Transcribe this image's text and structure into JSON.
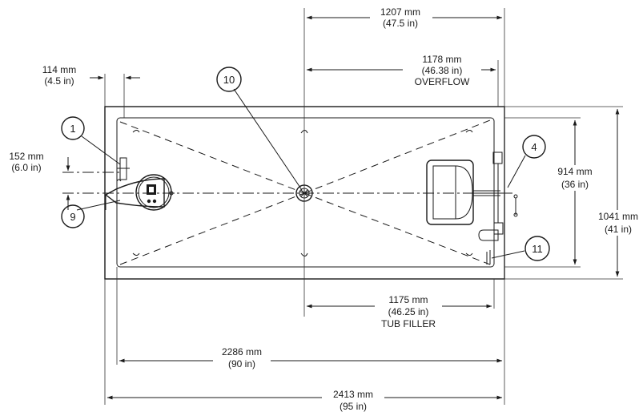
{
  "dimensions": {
    "overall_length": {
      "mm": "2413 mm",
      "in": "(95 in)"
    },
    "interior_length": {
      "mm": "2286 mm",
      "in": "(90 in)"
    },
    "drain_to_end": {
      "mm": "1207 mm",
      "in": "(47.5 in)"
    },
    "overflow": {
      "mm": "1178 mm",
      "in": "(46.38 in)",
      "label": "OVERFLOW"
    },
    "tub_filler": {
      "mm": "1175 mm",
      "in": "(46.25 in)",
      "label": "TUB FILLER"
    },
    "left_offset": {
      "mm": "114 mm",
      "in": "(4.5 in)"
    },
    "side_offset": {
      "mm": "152 mm",
      "in": "(6.0 in)"
    },
    "interior_width": {
      "mm": "914 mm",
      "in": "(36 in)"
    },
    "overall_width": {
      "mm": "1041 mm",
      "in": "(41 in)"
    }
  },
  "callouts": [
    {
      "num": "1"
    },
    {
      "num": "4"
    },
    {
      "num": "9"
    },
    {
      "num": "10"
    },
    {
      "num": "11"
    }
  ]
}
